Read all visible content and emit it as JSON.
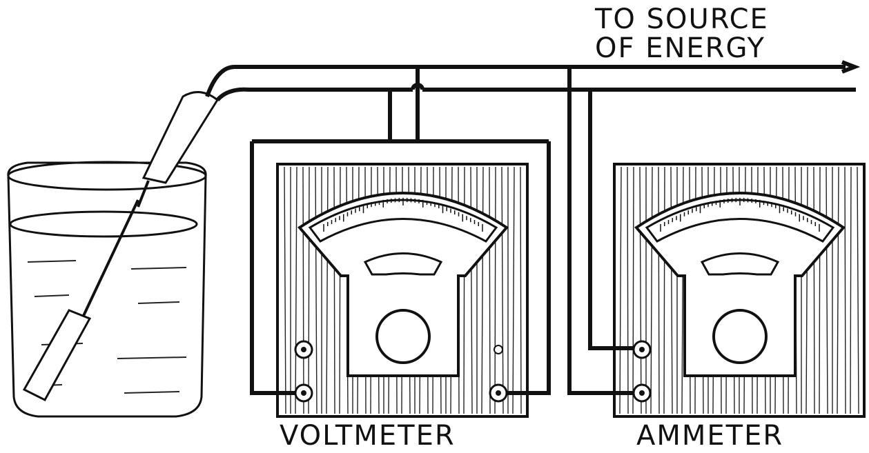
{
  "labels": {
    "source_line1": "TO SOURCE",
    "source_line2": "OF ENERGY",
    "voltmeter": "VOLTMETER",
    "ammeter": "AMMETER"
  },
  "colors": {
    "ink": "#111111",
    "paper": "#ffffff"
  }
}
